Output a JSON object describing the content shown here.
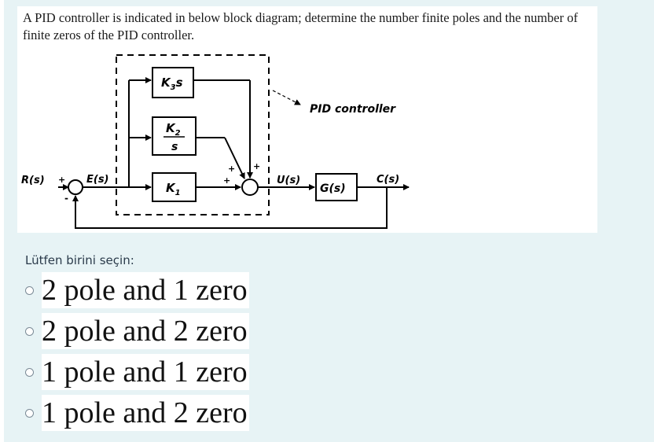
{
  "question": {
    "text": "A PID controller is indicated in below block diagram; determine the number finite poles and the number of finite zeros of the PID controller."
  },
  "diagram": {
    "input_label": "R(s)",
    "error_label": "E(s)",
    "plus_sign": "+",
    "minus_sign": "-",
    "block_k3s_k": "K",
    "block_k3s_sub": "3",
    "block_k3s_s": "s",
    "block_k2_k": "K",
    "block_k2_sub": "2",
    "block_k2_den": "s",
    "block_k1_k": "K",
    "block_k1_sub": "1",
    "pid_label": "PID controller",
    "control_label": "U(s)",
    "plant_label": "G(s)",
    "output_label": "C(s)"
  },
  "prompt": "Lütfen birini seçin:",
  "options": [
    {
      "label": "2 pole and 1 zero"
    },
    {
      "label": "2 pole and 2 zero"
    },
    {
      "label": "1 pole and 1 zero"
    },
    {
      "label": "1 pole and 2 zero"
    }
  ]
}
